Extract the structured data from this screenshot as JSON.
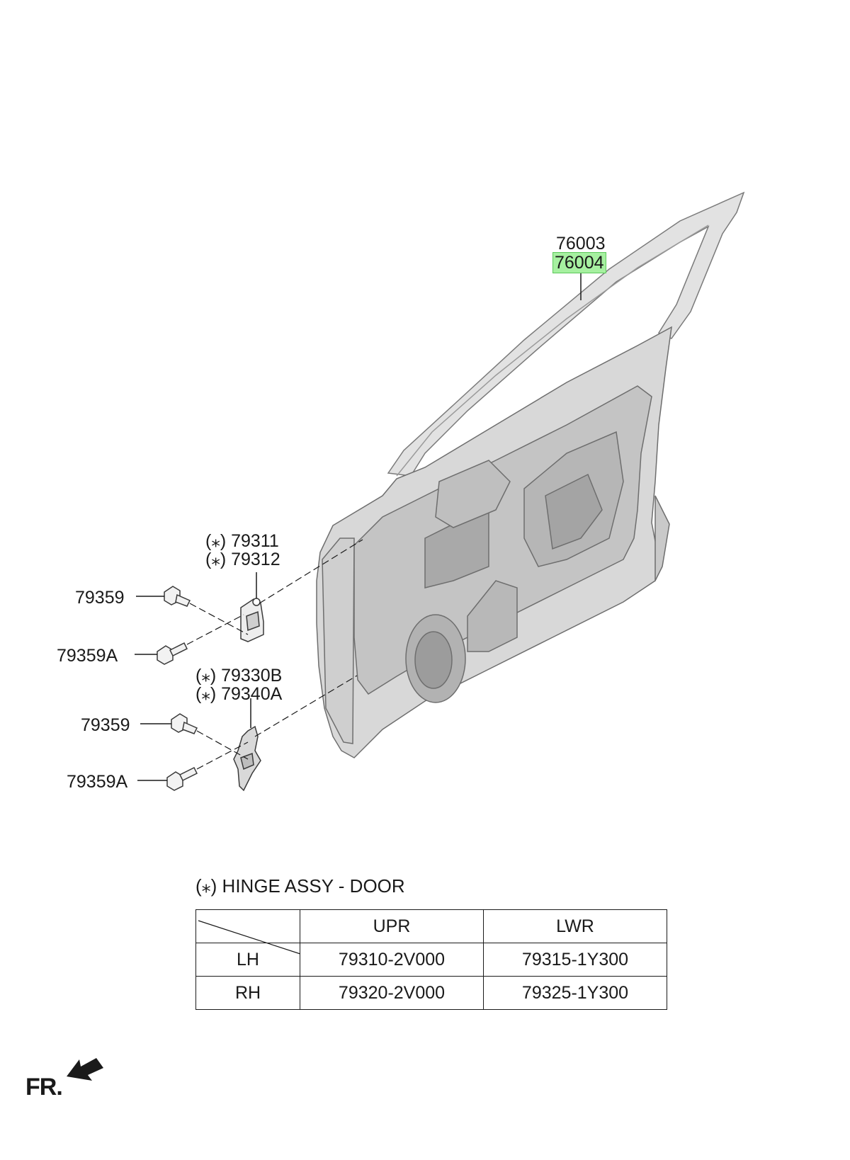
{
  "callouts": {
    "door_top": "76003",
    "door_highlight": "76004",
    "upper_hinge_a": "(⁎) 79311",
    "upper_hinge_b": "(⁎) 79312",
    "bolt_upper_1": "79359",
    "bolt_upper_2": "79359A",
    "lower_hinge_a": "(⁎) 79330B",
    "lower_hinge_b": "(⁎) 79340A",
    "bolt_lower_1": "79359",
    "bolt_lower_2": "79359A"
  },
  "legend": {
    "text": "(⁎) HINGE ASSY - DOOR"
  },
  "table": {
    "header": [
      "",
      "UPR",
      "LWR"
    ],
    "rows": [
      [
        "LH",
        "79310-2V000",
        "79315-1Y300"
      ],
      [
        "RH",
        "79320-2V000",
        "79325-1Y300"
      ]
    ]
  },
  "direction": {
    "label": "FR."
  },
  "colors": {
    "highlight": "#a6f0a0",
    "door_fill": "#d6d6d6",
    "door_shade": "#bdbdbd",
    "line": "#1a1a1a"
  }
}
